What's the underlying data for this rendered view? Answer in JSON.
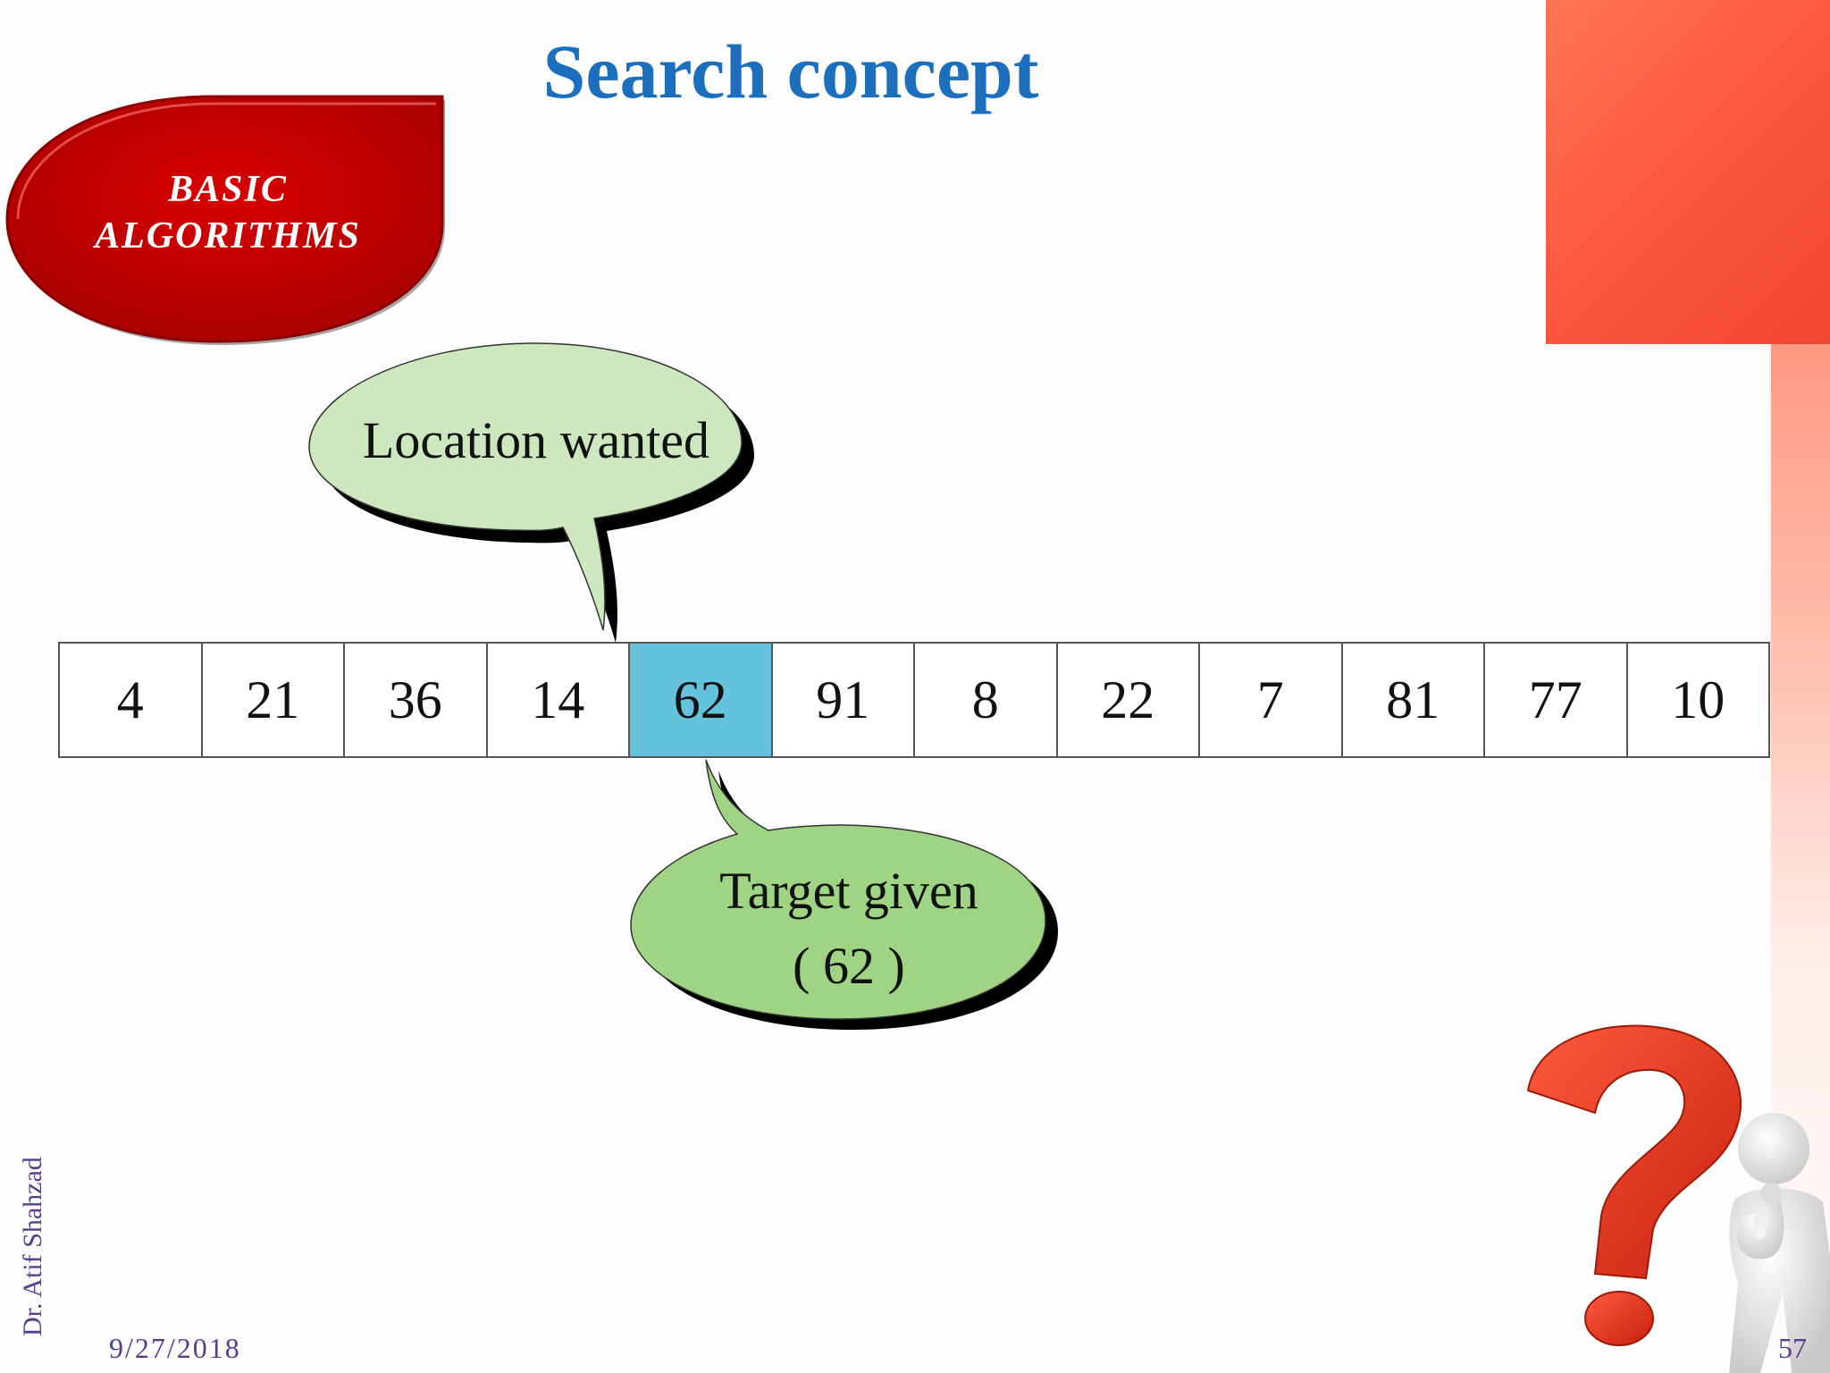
{
  "slide": {
    "title": "Search concept",
    "badge": {
      "line1": "BASIC",
      "line2": "ALGORITHMS"
    },
    "array": {
      "values": [
        "4",
        "21",
        "36",
        "14",
        "62",
        "91",
        "8",
        "22",
        "7",
        "81",
        "77",
        "10"
      ],
      "highlight_value": "62"
    },
    "callouts": {
      "location": "Location wanted",
      "target_line1": "Target given",
      "target_line2": "( 62 )"
    },
    "footer": {
      "author": "Dr. Atif Shahzad",
      "date": "9/27/2018",
      "page": "57"
    }
  },
  "colors": {
    "title": "#1b6fbd",
    "badge": "#c00000",
    "highlight_cell": "#64c2dc",
    "bubble_light": "#cde8bf",
    "bubble_dark": "#9fd484",
    "footer_text": "#5a3d8c",
    "accent": "#fb553b"
  },
  "icons": {
    "clipart": "question-mark-thinking-person-icon"
  }
}
